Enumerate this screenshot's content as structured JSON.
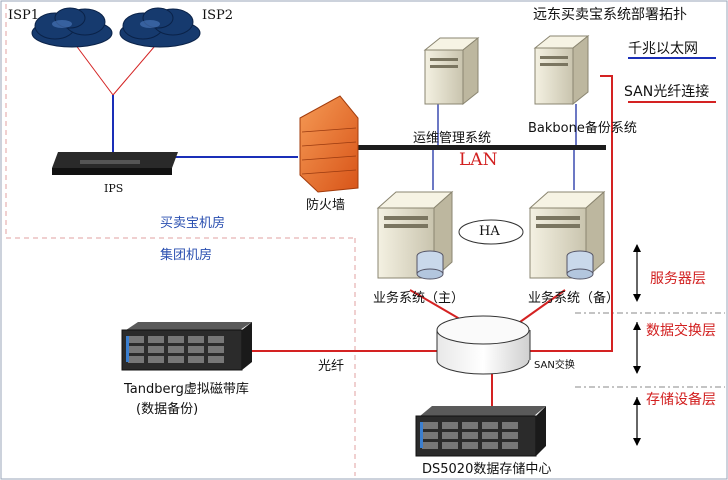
{
  "title": "远东买卖宝系统部署拓扑",
  "legend": {
    "ethernet_label": "千兆以太网",
    "ethernet_color": "#1a2fb8",
    "san_label": "SAN光纤连接",
    "san_color": "#d42222"
  },
  "isp1": "ISP1",
  "isp2": "ISP2",
  "ips": "IPS",
  "firewall": "防火墙",
  "ops_system": "运维管理系统",
  "backup_system": "Bakbone备份系统",
  "lan": "LAN",
  "ha": "HA",
  "room_top": "买卖宝机房",
  "room_group": "集团机房",
  "biz_main": "业务系统（主）",
  "biz_backup": "业务系统（备）",
  "san_switch": "SAN交换",
  "fiber": "光纤",
  "tape_line1": "Tandberg虚拟磁带库",
  "tape_line2": "(数据备份)",
  "storage": "DS5020数据存储中心",
  "layers": {
    "server": "服务器层",
    "exchange": "数据交换层",
    "storage": "存储设备层"
  },
  "colors": {
    "cloud": "#163a6e",
    "firewall": "#e86a2a",
    "server": "#e6e2d0",
    "lan_bar": "#1d1d1d",
    "dashed": "#e0a0a0"
  }
}
